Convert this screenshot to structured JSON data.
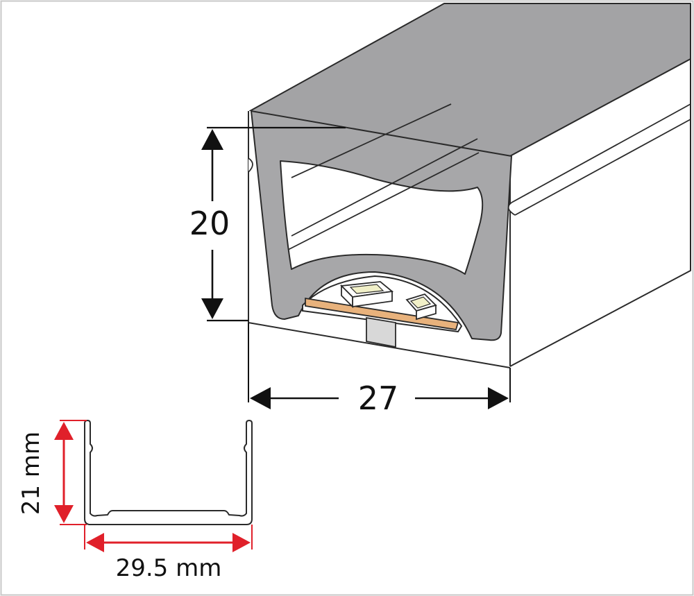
{
  "colors": {
    "frame_border": "#c8c8c8",
    "outline": "#2a2a2a",
    "body_top": "#a3a3a5",
    "body_face": "#a7a7a9",
    "side_fill": "#ffffff",
    "channel_fill": "#ffffff",
    "pcb_copper": "#e8b27c",
    "led_chip": "#f1f0c8",
    "base_tab": "#d8d8d8",
    "dimension_black": "#111111",
    "dimension_red": "#e0202a"
  },
  "dimensions": {
    "profile_height": "20",
    "profile_width": "27",
    "channel_height": "21 mm",
    "channel_width": "29.5 mm"
  }
}
